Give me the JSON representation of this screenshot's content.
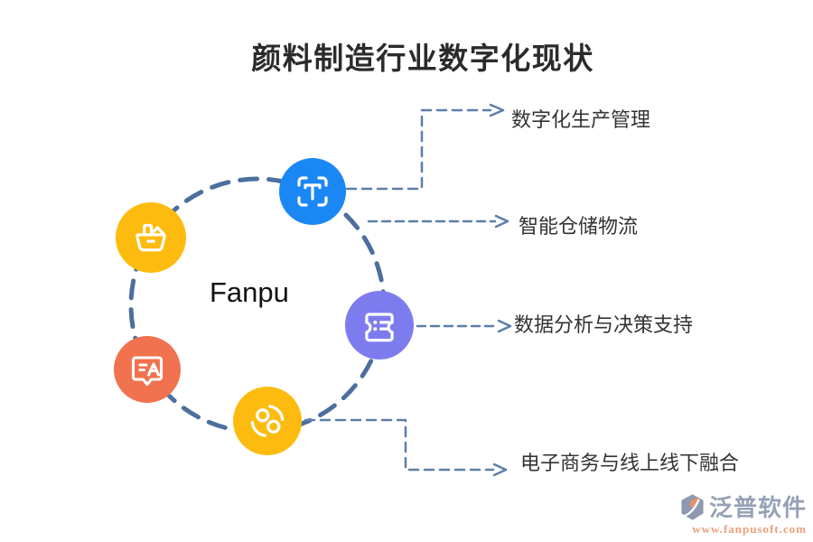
{
  "title": "颜料制造行业数字化现状",
  "center_label": "Fanpu",
  "branches": [
    {
      "label": "数字化生产管理"
    },
    {
      "label": "智能仓储物流"
    },
    {
      "label": "数据分析与决策支持"
    },
    {
      "label": "电子商务与线上线下融合"
    }
  ],
  "icons": [
    {
      "name": "text-scan-icon",
      "color": "#1b87f5"
    },
    {
      "name": "shopping-basket-icon",
      "color": "#fdbb0f"
    },
    {
      "name": "translate-chat-icon",
      "color": "#f0724e"
    },
    {
      "name": "ticket-list-icon",
      "color": "#7d7cef"
    },
    {
      "name": "sync-circles-icon",
      "color": "#fdbb0f"
    }
  ],
  "colors": {
    "dashed_circle": "#4c6f9e",
    "connector": "#5b7fa9",
    "title_text": "#2b2b2b",
    "label_text": "#333333",
    "watermark_gray": "#96a1b6",
    "watermark_orange": "#e9a07b"
  },
  "watermark": {
    "brand": "泛普软件",
    "url": "www.fanpusoft.com"
  }
}
